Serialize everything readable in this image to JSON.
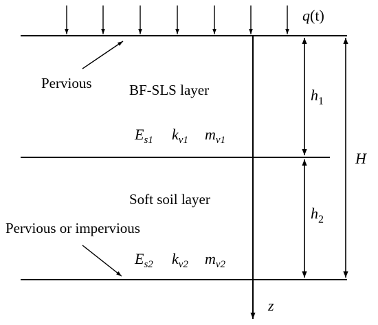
{
  "load": {
    "symbol": "q",
    "arg": "(t)"
  },
  "top_boundary": {
    "label": "Pervious"
  },
  "bottom_boundary": {
    "label": "Pervious or impervious"
  },
  "layers": [
    {
      "name": "BF-SLS layer",
      "thickness": {
        "symbol": "h",
        "sub": "1"
      },
      "params": [
        {
          "symbol": "E",
          "sub": "s1"
        },
        {
          "symbol": "k",
          "sub": "v1"
        },
        {
          "symbol": "m",
          "sub": "v1"
        }
      ]
    },
    {
      "name": "Soft soil layer",
      "thickness": {
        "symbol": "h",
        "sub": "2"
      },
      "params": [
        {
          "symbol": "E",
          "sub": "s2"
        },
        {
          "symbol": "k",
          "sub": "v2"
        },
        {
          "symbol": "m",
          "sub": "v2"
        }
      ]
    }
  ],
  "total_thickness": {
    "symbol": "H"
  },
  "depth_axis": {
    "symbol": "z"
  }
}
